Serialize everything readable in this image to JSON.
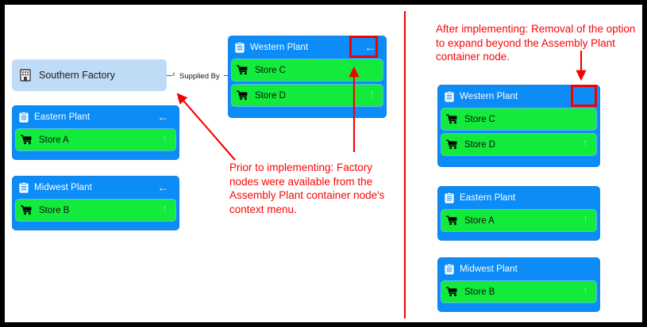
{
  "colors": {
    "plant_fill": "#0B8CF7",
    "store_fill": "#12EB3C",
    "factory_fill": "#BEDCF6",
    "annotation_red": "#FA0505",
    "frame": "#000000"
  },
  "left_panel": {
    "factory": {
      "label": "Southern Factory",
      "icon": "building-icon"
    },
    "edge": {
      "label": "Supplied By",
      "arrow_glyph": "<"
    },
    "plants": [
      {
        "name": "Western Plant",
        "icon": "clipboard-icon",
        "collapse_glyph": "←",
        "has_collapse_arrow": true,
        "highlighted": true,
        "stores": [
          {
            "label": "Store C",
            "icon": "cart-icon",
            "up_glyph": "",
            "has_up_arrow": false
          },
          {
            "label": "Store D",
            "icon": "cart-icon",
            "up_glyph": "↑",
            "has_up_arrow": true
          }
        ]
      },
      {
        "name": "Eastern Plant",
        "icon": "clipboard-icon",
        "collapse_glyph": "←",
        "has_collapse_arrow": true,
        "highlighted": false,
        "stores": [
          {
            "label": "Store A",
            "icon": "cart-icon",
            "up_glyph": "↑",
            "has_up_arrow": true
          }
        ]
      },
      {
        "name": "Midwest Plant",
        "icon": "clipboard-icon",
        "collapse_glyph": "←",
        "has_collapse_arrow": true,
        "highlighted": false,
        "stores": [
          {
            "label": "Store B",
            "icon": "cart-icon",
            "up_glyph": "↑",
            "has_up_arrow": true
          }
        ]
      }
    ],
    "annotation": {
      "text": "Prior to implementing: Factory nodes were available from the Assembly Plant container node's context menu."
    }
  },
  "right_panel": {
    "annotation": {
      "text": "After implementing: Removal of the option to expand beyond the Assembly Plant container node."
    },
    "plants": [
      {
        "name": "Western Plant",
        "icon": "clipboard-icon",
        "collapse_glyph": "",
        "has_collapse_arrow": false,
        "highlighted": true,
        "stores": [
          {
            "label": "Store C",
            "icon": "cart-icon",
            "up_glyph": "",
            "has_up_arrow": false
          },
          {
            "label": "Store D",
            "icon": "cart-icon",
            "up_glyph": "↑",
            "has_up_arrow": true
          }
        ]
      },
      {
        "name": "Eastern Plant",
        "icon": "clipboard-icon",
        "collapse_glyph": "",
        "has_collapse_arrow": false,
        "highlighted": false,
        "stores": [
          {
            "label": "Store A",
            "icon": "cart-icon",
            "up_glyph": "↑",
            "has_up_arrow": true
          }
        ]
      },
      {
        "name": "Midwest Plant",
        "icon": "clipboard-icon",
        "collapse_glyph": "",
        "has_collapse_arrow": false,
        "highlighted": false,
        "stores": [
          {
            "label": "Store B",
            "icon": "cart-icon",
            "up_glyph": "↑",
            "has_up_arrow": true
          }
        ]
      }
    ]
  }
}
